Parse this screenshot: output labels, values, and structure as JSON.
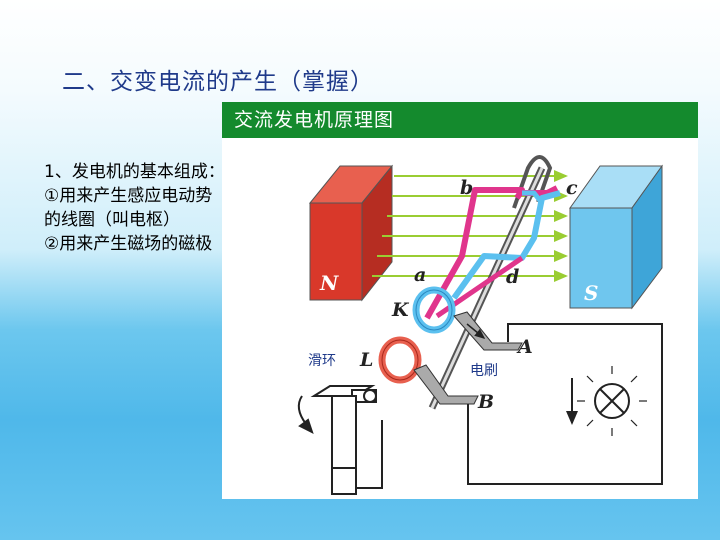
{
  "slide": {
    "title": "二、交变电流的产生（掌握）",
    "panel_header": "交流发电机原理图",
    "body_lines": [
      "1、发电机的基本组成：",
      "①用来产生感应电动势",
      "的线圈（叫电枢）",
      "②用来产生磁场的磁极"
    ]
  },
  "diagram": {
    "magnet_n_label": "N",
    "magnet_s_label": "S",
    "coil_labels": [
      "a",
      "b",
      "c",
      "d"
    ],
    "ring_k_label": "K",
    "ring_l_label": "L",
    "brush_a_label": "A",
    "brush_b_label": "B",
    "slip_ring_text": "滑环",
    "brush_text": "电刷",
    "colors": {
      "north": "#d9382a",
      "south": "#6fc6ee",
      "field": "#9acd32",
      "coil_pink": "#e0358c",
      "coil_blue": "#5bc0ef",
      "header": "#148a2d"
    }
  }
}
